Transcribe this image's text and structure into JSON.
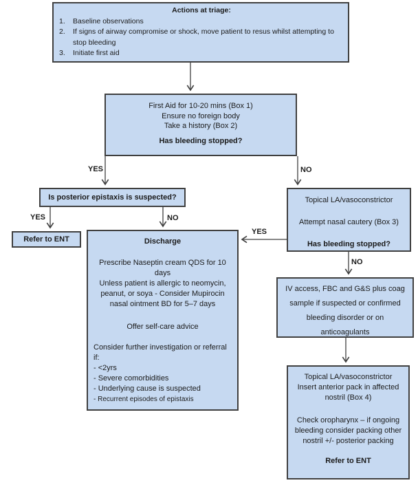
{
  "boxes": {
    "triage": {
      "title": "Actions at triage:",
      "items": [
        {
          "num": "1.",
          "text": "Baseline observations"
        },
        {
          "num": "2.",
          "text": "If signs of airway compromise or shock, move patient to resus whilst attempting to stop bleeding"
        },
        {
          "num": "3.",
          "text": "Initiate first aid"
        }
      ]
    },
    "first_aid": {
      "line1": "First Aid for 10-20 mins (Box 1)",
      "line2": "Ensure no foreign body",
      "line3": "Take a history (Box 2)",
      "question": "Has bleeding stopped?"
    },
    "posterior_q": {
      "text": "Is posterior epistaxis is suspected?"
    },
    "refer_ent": {
      "text": "Refer to ENT"
    },
    "discharge": {
      "title": "Discharge",
      "rx1": "Prescribe Naseptin cream QDS for 10 days",
      "rx2": "Unless patient is allergic to neomycin, peanut, or soya - Consider Mupirocin nasal ointment BD for 5–7 days",
      "advice": "Offer self-care advice",
      "consider": "Consider further investigation or referral if:",
      "bullets": [
        " - <2yrs",
        "- Severe comorbidities",
        "- Underlying cause is suspected",
        "- Recurrent episodes of epistaxis"
      ]
    },
    "cautery": {
      "line1": "Topical LA/vasoconstrictor",
      "line2": "Attempt nasal cautery (Box 3)",
      "question": "Has bleeding stopped?"
    },
    "iv_access": {
      "text": "IV access, FBC and G&S plus coag sample if suspected or confirmed bleeding disorder or on anticoagulants"
    },
    "packing": {
      "line1": "Topical LA/vasoconstrictor",
      "line2": "Insert anterior pack in affected nostril (Box 4)",
      "line3": "Check oropharynx – if ongoing bleeding consider packing other nostril +/- posterior packing",
      "refer": "Refer to ENT"
    }
  },
  "labels": {
    "yes1": "YES",
    "no1": "NO",
    "yes2": "YES",
    "no2": "NO",
    "yes3": "YES",
    "no3": "NO"
  },
  "colors": {
    "box_fill": "#c6d9f1",
    "box_border": "#3f3f3f",
    "text": "#1a1a1a"
  }
}
